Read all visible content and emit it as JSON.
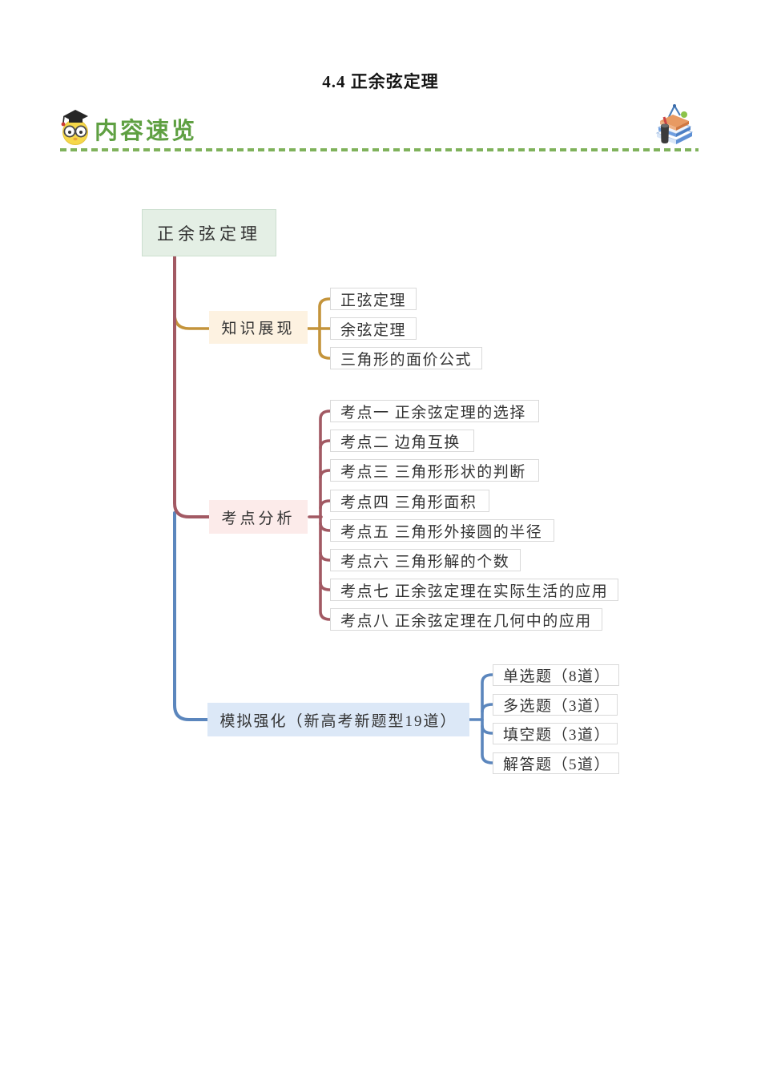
{
  "page": {
    "title": "4.4 正余弦定理"
  },
  "section_header": {
    "label": "内容速览",
    "label_color": "#5fa042",
    "divider_color": "#7fb25b",
    "owl_icon": "owl-graduate-icon",
    "books_icon": "books-stationery-icon"
  },
  "mindmap": {
    "root": {
      "label": "正余弦定理",
      "bg_color": "#e4efe5",
      "border_color": "#ccdfcf"
    },
    "trunk_colors": {
      "upper": "#a25963",
      "lower": "#5b86bd"
    },
    "branches": [
      {
        "label": "知识展现",
        "bg_color": "#fdf2e1",
        "line_color": "#c4943b",
        "children": [
          "正弦定理",
          "余弦定理",
          "三角形的面价公式"
        ]
      },
      {
        "label": "考点分析",
        "bg_color": "#fcebea",
        "line_color": "#a25963",
        "children": [
          "考点一 正余弦定理的选择",
          "考点二 边角互换",
          "考点三 三角形形状的判断",
          "考点四 三角形面积",
          "考点五 三角形外接圆的半径",
          "考点六 三角形解的个数",
          "考点七 正余弦定理在实际生活的应用",
          "考点八 正余弦定理在几何中的应用"
        ]
      },
      {
        "label": "模拟强化（新高考新题型19道）",
        "bg_color": "#dce8f7",
        "line_color": "#5b86bd",
        "children": [
          "单选题（8道）",
          "多选题（3道）",
          "填空题（3道）",
          "解答题（5道）"
        ]
      }
    ]
  }
}
